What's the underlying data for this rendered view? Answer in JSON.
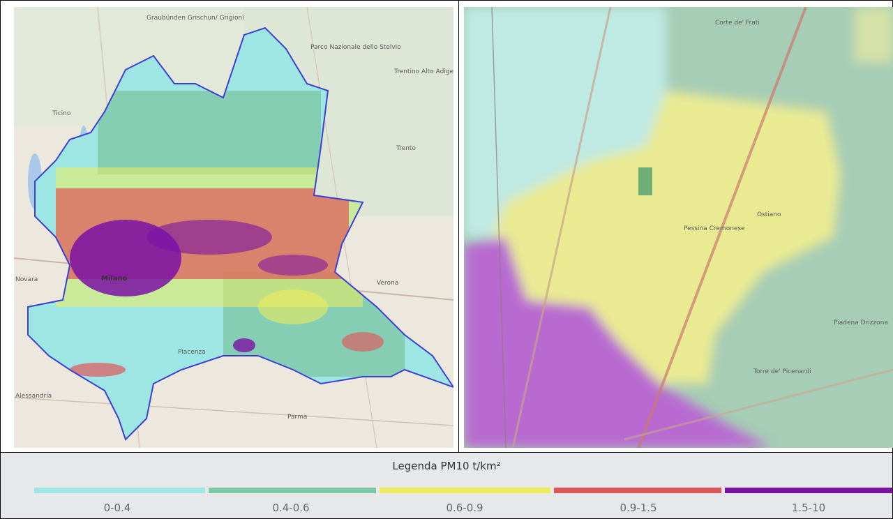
{
  "left_map": {
    "places": [
      "Graubünden Grischun/ Grigioni",
      "Parco Nazionale dello Stelvio",
      "Trentino Alto Adige/ Südtirol",
      "Trento",
      "Ticino",
      "Novara",
      "Milano",
      "Verona",
      "Piacenza",
      "Parma",
      "Alessandria"
    ],
    "region_outline_color": "#3b3fd6"
  },
  "right_map": {
    "places": [
      "Corte de' Frati",
      "Pessina Cremonese",
      "Ostiano",
      "Piadena Drizzona",
      "Torre de' Picenardi"
    ]
  },
  "legend": {
    "title": "Legenda PM10 t/km²",
    "classes": [
      {
        "label": "0-0.4",
        "color": "#9ee6e3"
      },
      {
        "label": "0.4-0.6",
        "color": "#7ec8a8"
      },
      {
        "label": "0.6-0.9",
        "color": "#ecec5c"
      },
      {
        "label": "0.9-1.5",
        "color": "#e0575a"
      },
      {
        "label": "1.5-10",
        "color": "#7b12a6"
      }
    ]
  }
}
